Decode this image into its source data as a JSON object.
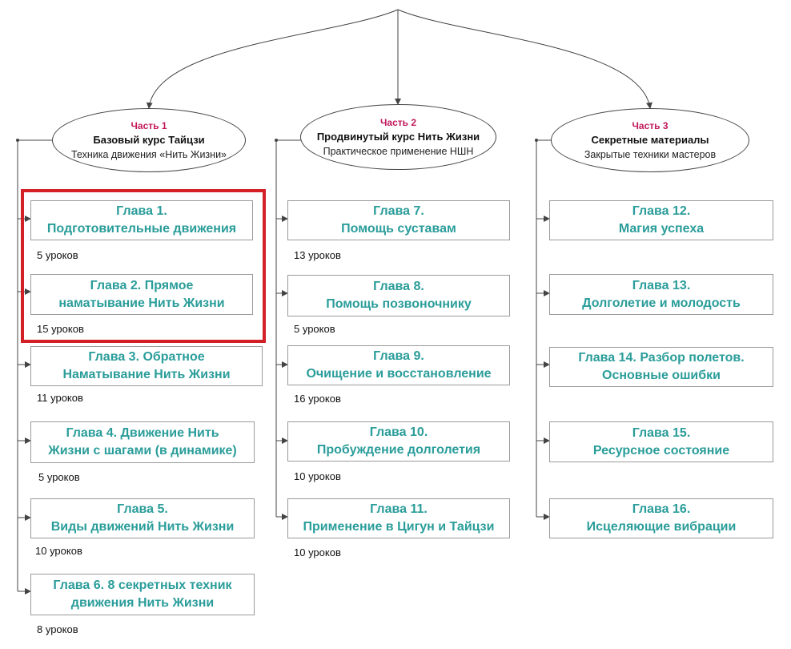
{
  "parts": [
    {
      "label": "Часть 1",
      "title": "Базовый курс Тайцзи",
      "subtitle": "Техника движения «Нить Жизни»"
    },
    {
      "label": "Часть 2",
      "title": "Продвинутый курс Нить Жизни",
      "subtitle": "Практическое применение НШН"
    },
    {
      "label": "Часть 3",
      "title": "Секретные материалы",
      "subtitle": "Закрытые техники мастеров"
    }
  ],
  "chapters": [
    [
      {
        "line1": "Глава 1.",
        "line2": "Подготовительные движения",
        "lessons": "5 уроков"
      },
      {
        "line1": "Глава 2. Прямое",
        "line2": "наматывание Нить Жизни",
        "lessons": "15 уроков"
      },
      {
        "line1": "Глава 3. Обратное",
        "line2": "Наматывание Нить Жизни",
        "lessons": "11 уроков"
      },
      {
        "line1": "Глава 4.  Движение Нить",
        "line2": "Жизни с шагами (в динамике)",
        "lessons": "5 уроков"
      },
      {
        "line1": "Глава 5.",
        "line2": "Виды движений Нить Жизни",
        "lessons": "10 уроков"
      },
      {
        "line1": "Глава 6. 8 секретных техник",
        "line2": "движения Нить Жизни",
        "lessons": "8 уроков"
      }
    ],
    [
      {
        "line1": "Глава 7.",
        "line2": "Помощь суставам",
        "lessons": "13 уроков"
      },
      {
        "line1": "Глава 8.",
        "line2": "Помощь позвоночнику",
        "lessons": "5 уроков"
      },
      {
        "line1": "Глава 9.",
        "line2": "Очищение и восстановление",
        "lessons": "16 уроков"
      },
      {
        "line1": "Глава 10.",
        "line2": "Пробуждение долголетия",
        "lessons": "10 уроков"
      },
      {
        "line1": "Глава 11.",
        "line2": "Применение в Цигун и Тайцзи",
        "lessons": "10 уроков"
      }
    ],
    [
      {
        "line1": "Глава 12.",
        "line2": "Магия успеха"
      },
      {
        "line1": "Глава 13.",
        "line2": "Долголетие и молодость"
      },
      {
        "line1": "Глава 14. Разбор полетов.",
        "line2": "Основные ошибки"
      },
      {
        "line1": "Глава 15.",
        "line2": "Ресурсное состояние"
      },
      {
        "line1": "Глава 16.",
        "line2": "Исцеляющие вибрации"
      }
    ]
  ],
  "colors": {
    "part_label": "#c2185b",
    "chapter_text": "#2a9d9a",
    "highlight": "#d32027",
    "line": "#444444"
  }
}
